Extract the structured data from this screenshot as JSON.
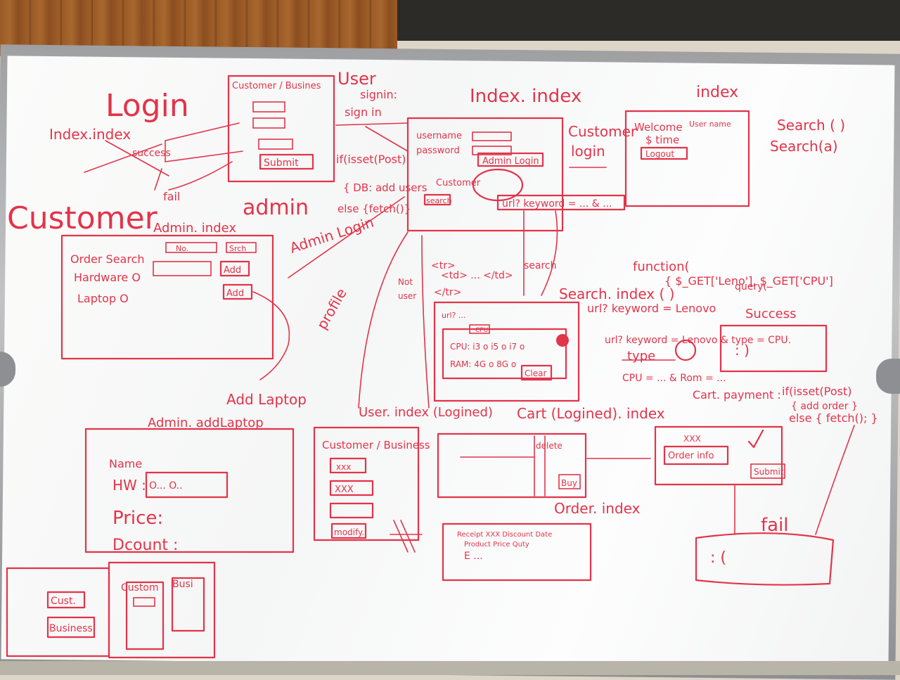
{
  "login": {
    "title": "Login",
    "box_title": "Customer / Busines",
    "submit": "Submit",
    "index_link": "Index.index",
    "success": "success",
    "fail": "fail"
  },
  "user_signin": {
    "title": "User",
    "line1": "signin:",
    "line2": "sign in",
    "isset": "if(isset(Post)",
    "db": "{ DB: add users",
    "else": "else {fetch()}"
  },
  "customer_label": "Customer",
  "admin_label": "admin",
  "admin_login": "Admin Login",
  "index_index": {
    "title": "Index. index",
    "username": "username",
    "password": "password",
    "admin_login": "Admin Login",
    "customer": "Customer",
    "search": "search",
    "url": "url? keyword = ... & ..."
  },
  "customer_login": {
    "line1": "Customer",
    "line2": "login"
  },
  "index_panel": {
    "title": "index",
    "welcome": "Welcome",
    "username": "User name",
    "time": "$ time",
    "logout": "Logout"
  },
  "search_funcs": {
    "f1": "Search ( )",
    "f2": "Search(a)"
  },
  "admin_index": {
    "title": "Admin. index",
    "order_search": "Order Search",
    "no": "No.",
    "search_btn": "Srch",
    "hardware": "Hardware O",
    "laptop": "Laptop O",
    "add1": "Add",
    "add2": "Add"
  },
  "profile": "profile",
  "not_user": {
    "line1": "Not",
    "line2": "user"
  },
  "tr_block": {
    "tr1": "<tr>",
    "td": "<td> ... </td>",
    "tr2": "</tr>",
    "search": "search"
  },
  "search_index": {
    "title": "Search. index ( )",
    "url1": "url? keyword = Lenovo",
    "url2": "url? keyword = Lenovo & type = CPU.",
    "url_box": "url? ...",
    "cpu_tab": "CPU",
    "cpu_line": "CPU: i3 o i5 o i7 o",
    "ram_line": "RAM: 4G o 8G o",
    "clear": "Clear",
    "type": "type",
    "cpu_eq": "CPU = ... & Rom = ..."
  },
  "function_note": {
    "line1": "function(",
    "line2": "{ $_GET['Leno'], $_GET['CPU']",
    "line3": "query("
  },
  "success_note": {
    "title": "Success",
    "face": ": )"
  },
  "add_laptop": {
    "arrow_label": "Add Laptop",
    "title": "Admin. addLaptop",
    "name": "Name",
    "hw": "HW :",
    "hw_value": "O... O..",
    "price": "Price:",
    "dcount": "Dcount :"
  },
  "user_index": {
    "title": "User. index (Logined)",
    "box_title": "Customer / Business",
    "f1": "xxx",
    "f2": "XXX",
    "modify": "modify."
  },
  "cart": {
    "title": "Cart (Logined). index",
    "delete": "delete",
    "buy": "Buy"
  },
  "payment": {
    "title": "Cart. payment :",
    "isset": "if(isset(Post)",
    "add_order": "{ add order }",
    "else": "else { fetch(); }",
    "xxx": "XXX",
    "order_info": "Order info",
    "submit": "Submit"
  },
  "order_index": {
    "title": "Order. index",
    "header": "Receipt  XXX   Discount  Date",
    "sub": "Product  Price  Quty",
    "row": "E ..."
  },
  "fail_box": {
    "title": "fail",
    "face": ": ("
  },
  "bottom_left": {
    "cust": "Cust.",
    "business": "Business",
    "custom": "Custom",
    "busi": "Busi"
  }
}
